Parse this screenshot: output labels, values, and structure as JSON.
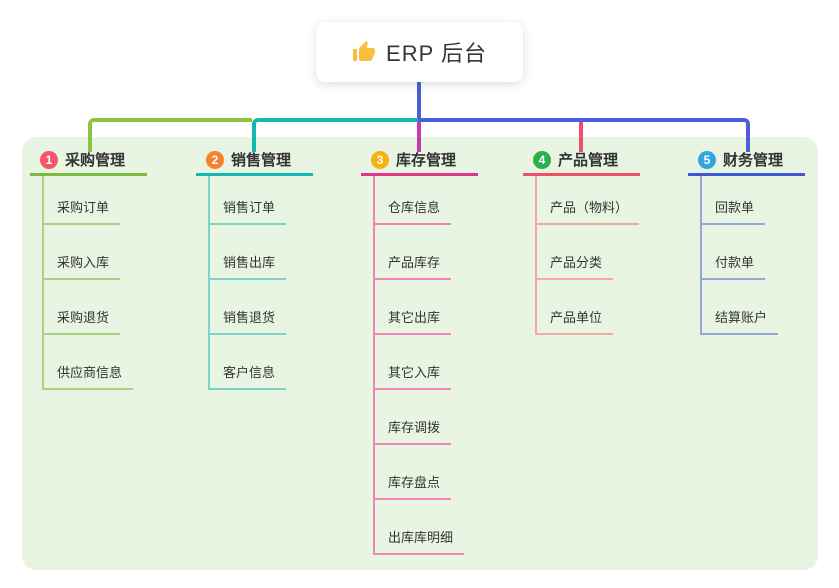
{
  "root": {
    "icon": "thumbs-up",
    "label": "ERP 后台"
  },
  "branches": [
    {
      "badge": "1",
      "badge_color": "#f5566b",
      "title": "采购管理",
      "line_color": "#7cbb3f",
      "drop_color": "#8cc43f",
      "child_line_color": "#aad285",
      "children": [
        "采购订单",
        "采购入库",
        "采购退货",
        "供应商信息"
      ]
    },
    {
      "badge": "2",
      "badge_color": "#f8822c",
      "title": "销售管理",
      "line_color": "#13b8ae",
      "drop_color": "#13b8ae",
      "child_line_color": "#7ed4c9",
      "children": [
        "销售订单",
        "销售出库",
        "销售退货",
        "客户信息"
      ]
    },
    {
      "badge": "3",
      "badge_color": "#f9ae13",
      "title": "库存管理",
      "line_color": "#e0368c",
      "drop_color": "#cb39ae",
      "child_line_color": "#f283b8",
      "children": [
        "仓库信息",
        "产品库存",
        "其它出库",
        "其它入库",
        "库存调拨",
        "库存盘点",
        "出库库明细"
      ]
    },
    {
      "badge": "4",
      "badge_color": "#2bb14c",
      "title": "产品管理",
      "line_color": "#f05066",
      "drop_color": "#f05066",
      "child_line_color": "#f6a6a4",
      "children": [
        "产品（物料）",
        "产品分类",
        "产品单位"
      ]
    },
    {
      "badge": "5",
      "badge_color": "#32a6de",
      "title": "财务管理",
      "line_color": "#3f57d4",
      "drop_color": "#4c5ed8",
      "child_line_color": "#93a7dc",
      "children": [
        "回款单",
        "付款单",
        "结算账户"
      ]
    }
  ],
  "colors": {
    "panel_bg": "#e8f5e2",
    "text": "#333333",
    "root_bg": "#ffffff",
    "thumb_yellow": "#f7bf3b"
  }
}
